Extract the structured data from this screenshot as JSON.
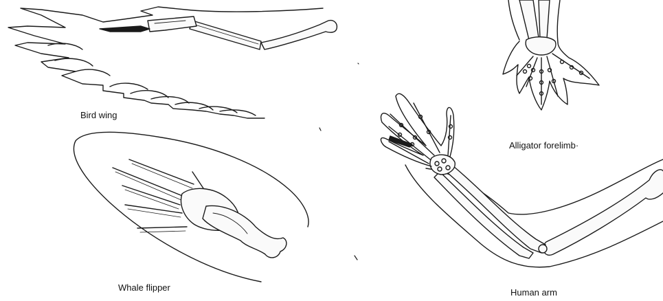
{
  "figure": {
    "captions": {
      "bird": "Bird wing",
      "whale": "Whale flipper",
      "alligator": "Alligator forelimb·",
      "human": "Human arm"
    }
  },
  "colors": {
    "ink": "#1a1a1a",
    "paper": "#ffffff",
    "bone_fill": "#fafafa"
  }
}
